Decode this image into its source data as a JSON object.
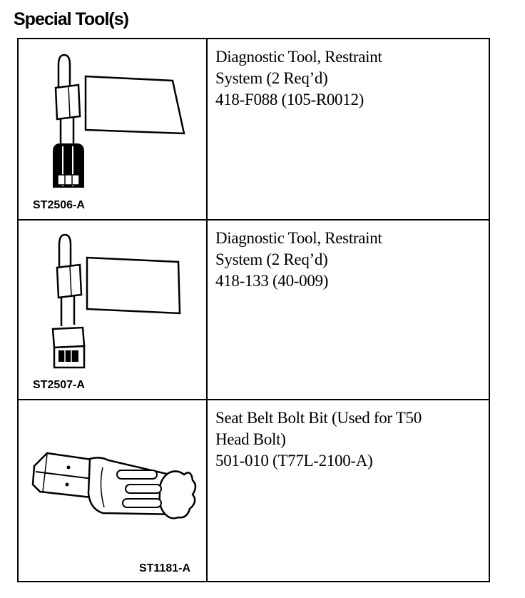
{
  "page": {
    "title": "Special Tool(s)"
  },
  "tools": [
    {
      "code": "ST2506-A",
      "icon": "restraint-diagnostic-tool-icon",
      "description_lines": [
        "Diagnostic Tool, Restraint",
        "System (2 Req’d)",
        "418-F088 (105-R0012)"
      ]
    },
    {
      "code": "ST2507-A",
      "icon": "restraint-diagnostic-tool-icon",
      "description_lines": [
        "Diagnostic Tool, Restraint",
        "System (2 Req’d)",
        "418-133 (40-009)"
      ]
    },
    {
      "code": "ST1181-A",
      "icon": "torx-bit-icon",
      "description_lines": [
        "Seat Belt Bolt Bit (Used for T50",
        "Head Bolt)",
        "501-010 (T77L-2100-A)"
      ]
    }
  ]
}
